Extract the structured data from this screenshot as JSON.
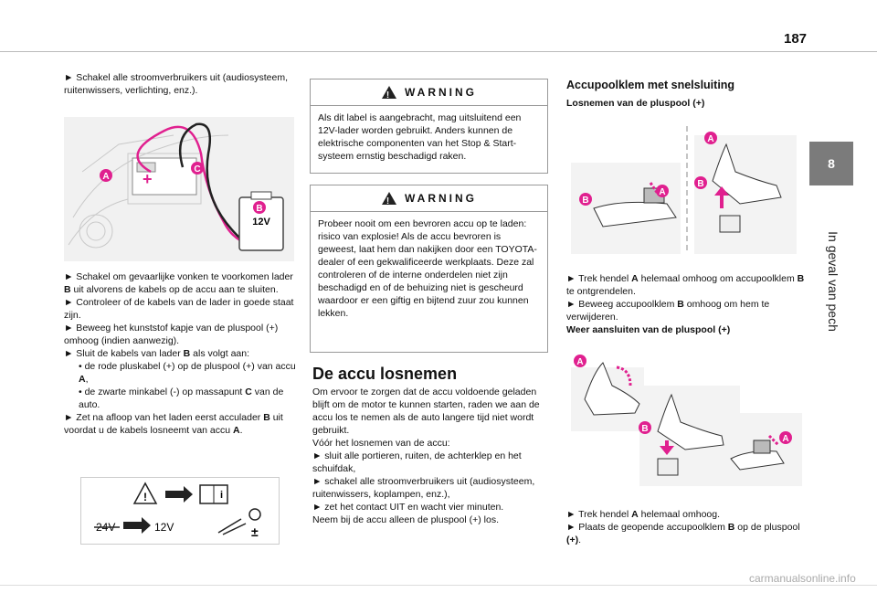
{
  "page_number": "187",
  "chapter": {
    "number": "8",
    "title": "In geval van pech"
  },
  "col1": {
    "p1": "► Schakel alle stroomverbruikers uit (audiosysteem, ruitenwissers, verlichting, enz.).",
    "fig_labels": {
      "a": "A",
      "b": "B",
      "c": "C",
      "v12": "12V"
    },
    "p2a": "► Schakel om gevaarlijke vonken te voorkomen lader ",
    "p2b": "B",
    "p2c": " uit alvorens de kabels op de accu aan te sluiten.",
    "p3": "► Controleer of de kabels van de lader in goede staat zijn.",
    "p4": "► Beweeg het kunststof kapje van de pluspool (+) omhoog (indien aanwezig).",
    "p5a": "► Sluit de kabels van lader ",
    "p5b": "B",
    "p5c": " als volgt aan:",
    "s1a": "• de rode pluskabel (+) op de pluspool (+) van accu ",
    "s1b": "A",
    "s1c": ",",
    "s2a": "• de zwarte minkabel (-) op massapunt ",
    "s2b": "C",
    "s2c": " van de auto.",
    "p6a": "► Zet na afloop van het laden eerst acculader ",
    "p6b": "B",
    "p6c": " uit voordat u de kabels losneemt van accu ",
    "p6d": "A",
    "p6e": ".",
    "fig2_labels": {
      "v24": "24V",
      "v12": "12V"
    }
  },
  "col2": {
    "warning1_title": "WARNING",
    "warning1_text": "Als dit label is aangebracht, mag uitsluitend een 12V-lader worden gebruikt. Anders kunnen de elektrische componenten van het Stop & Start-systeem ernstig beschadigd raken.",
    "warning2_title": "WARNING",
    "warning2_text": "Probeer nooit om een bevroren accu op te laden: risico van explosie! Als de accu bevroren is geweest, laat hem dan nakijken door een TOYOTA-dealer of een gekwalificeerde werkplaats. Deze zal controleren of de interne onderdelen niet zijn beschadigd en of de behuizing niet is gescheurd waardoor er een giftig en bijtend zuur zou kunnen lekken.",
    "heading": "De accu losnemen",
    "p1": "Om ervoor te zorgen dat de accu voldoende geladen blijft om de motor te kunnen starten, raden we aan de accu los te nemen als de auto langere tijd niet wordt gebruikt.",
    "p2": "Vóór het losnemen van de accu:",
    "p3": "► sluit alle portieren, ruiten, de achterklep en het schuifdak,",
    "p4": "► schakel alle stroomverbruikers uit (audiosysteem, ruitenwissers, koplampen, enz.),",
    "p5": "► zet het contact UIT en wacht vier minuten.",
    "p6": "Neem bij de accu alleen de pluspool (+) los."
  },
  "col3": {
    "heading": "Accupoolklem met snelsluiting",
    "sub1": "Losnemen van de pluspool (+)",
    "fig1_labels": {
      "a1": "A",
      "b1": "B",
      "a2": "A",
      "b2": "B"
    },
    "p1a": "► Trek hendel ",
    "p1b": "A",
    "p1c": " helemaal omhoog om accupoolklem ",
    "p1d": "B",
    "p1e": " te ontgrendelen.",
    "p2a": "► Beweeg accupoolklem ",
    "p2b": "B",
    "p2c": " omhoog om hem te verwijderen.",
    "sub2": "Weer aansluiten van de pluspool (+)",
    "fig2_labels": {
      "a1": "A",
      "b1": "B",
      "a2": "A"
    },
    "p3a": "► Trek hendel ",
    "p3b": "A",
    "p3c": " helemaal omhoog.",
    "p4a": "► Plaats de geopende accupoolklem ",
    "p4b": "B",
    "p4c": " op de pluspool ",
    "p4d": "(+)",
    "p4e": "."
  },
  "watermark": "carmanualsonline.info",
  "colors": {
    "magenta": "#e0208f",
    "tab": "#7b7b7b"
  }
}
